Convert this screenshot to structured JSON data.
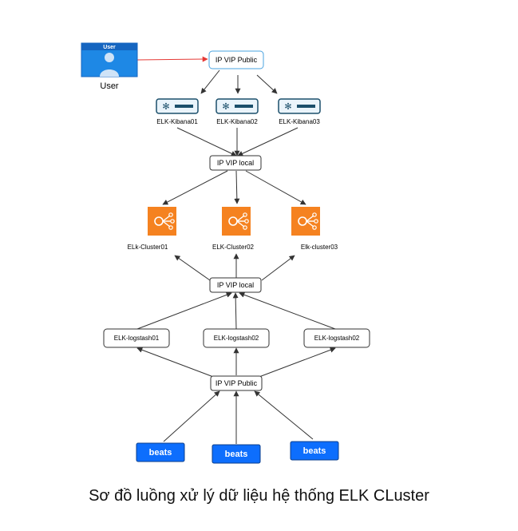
{
  "user": {
    "header": "User",
    "label": "User"
  },
  "vip_public_top": "IP VIP Public",
  "kibana": [
    {
      "label": "ELK-Kibana01"
    },
    {
      "label": "ELK-Kibana02"
    },
    {
      "label": "ELK-Kibana03"
    }
  ],
  "vip_local_kibana": "IP VIP local",
  "clusters": [
    {
      "label": "ELk-Cluster01"
    },
    {
      "label": "ELK-Cluster02"
    },
    {
      "label": "Elk-cluster03"
    }
  ],
  "vip_local_cluster": "IP VIP local",
  "logstash": [
    {
      "label": "ELK-logstash01"
    },
    {
      "label": "ELK-logstash02"
    },
    {
      "label": "ELK-logstash02"
    }
  ],
  "vip_public_bottom": "IP VIP Public",
  "beats": [
    {
      "label": "beats"
    },
    {
      "label": "beats"
    },
    {
      "label": "beats"
    }
  ],
  "caption": "Sơ đồ luồng xử lý dữ liệu hệ thống ELK CLuster",
  "colors": {
    "user_blue": "#1E88E5",
    "beats_blue": "#0D6EFD",
    "elastic_orange": "#F58220",
    "kibana_dark": "#1B4F6B",
    "red_arrow": "#E53935"
  }
}
